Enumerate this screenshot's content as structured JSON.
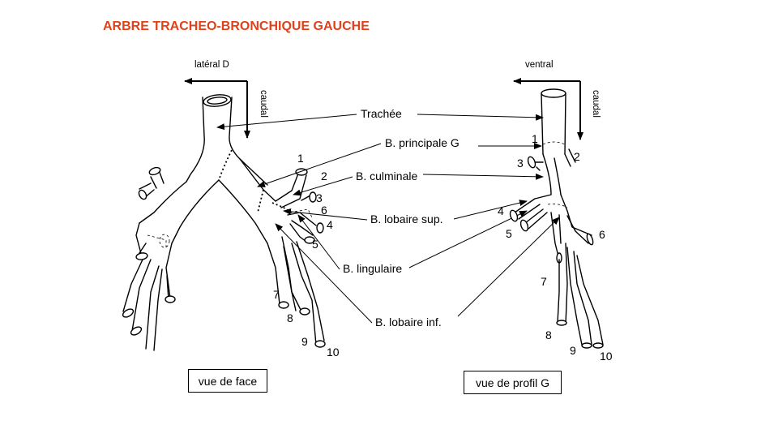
{
  "title": "ARBRE TRACHEO-BRONCHIQUE GAUCHE",
  "left": {
    "axis_horizontal": "latéral D",
    "axis_vertical": "caudal",
    "view_label": "vue de face",
    "numbers": [
      "1",
      "2",
      "3",
      "6",
      "4",
      "5",
      "7",
      "8",
      "9",
      "10"
    ]
  },
  "right": {
    "axis_horizontal": "ventral",
    "axis_vertical": "caudal",
    "view_label": "vue de profil G",
    "numbers": [
      "1",
      "2",
      "3",
      "4",
      "5",
      "6",
      "7",
      "8",
      "9",
      "10"
    ]
  },
  "labels": {
    "trachee": "Trachée",
    "principale": "B. principale G",
    "culminale": "B. culminale",
    "lobaire_sup": "B. lobaire sup.",
    "lingulaire": "B. lingulaire",
    "lobaire_inf": "B. lobaire inf."
  },
  "colors": {
    "title": "#e0401a",
    "lines": "#000000"
  }
}
